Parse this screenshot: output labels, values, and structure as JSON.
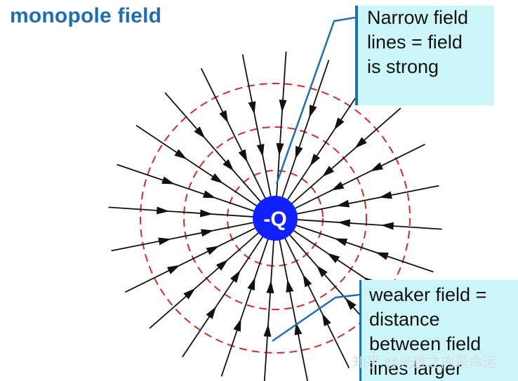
{
  "title": "monopole field",
  "charge": {
    "label": "-Q",
    "color": "#1020ff",
    "label_color": "#ffffff"
  },
  "field_lines": {
    "color": "#111111",
    "count": 24,
    "direction": "inward"
  },
  "equipotentials": {
    "color": "#d62828",
    "style": "dashed",
    "count": 3
  },
  "callouts": {
    "strong": {
      "text": "Narrow field\nlines = field\nis strong"
    },
    "weak": {
      "text": "weaker field =\ndistance\nbetween field\nlines larger"
    }
  },
  "colors": {
    "title": "#1f6fb0",
    "callout_bg": "#ccf6fa",
    "pointer": "#1f6fb0"
  },
  "watermark": "知乎 @光锥之内是命运"
}
